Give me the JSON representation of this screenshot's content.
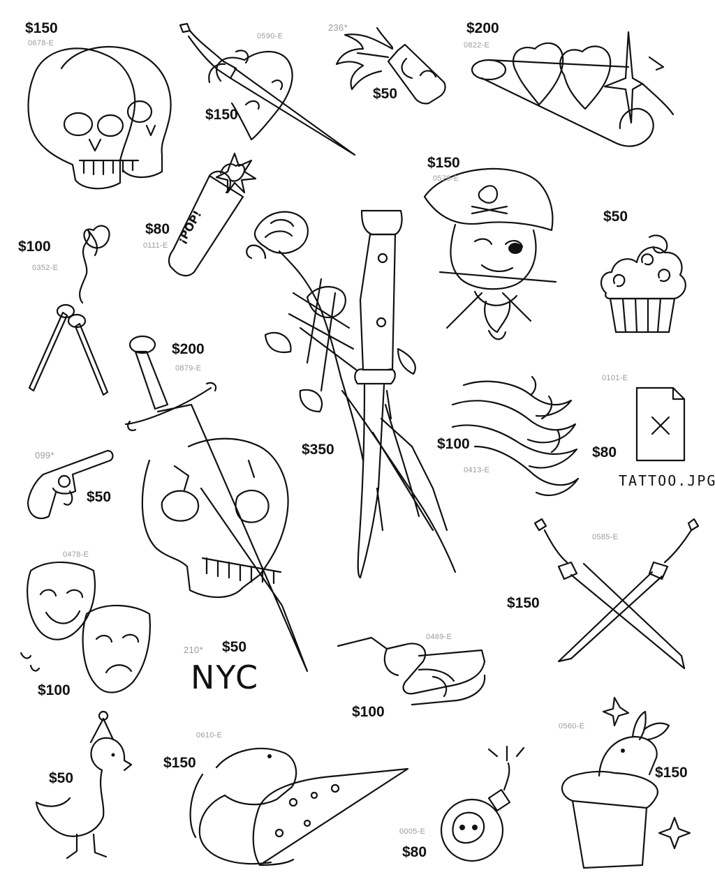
{
  "flash_items": [
    {
      "id": "twin-skulls",
      "price": "$150",
      "code": "0678-E"
    },
    {
      "id": "dagger-heart",
      "price": "$150",
      "code": "0590-E"
    },
    {
      "id": "molotov",
      "price": "$50",
      "code": "236*"
    },
    {
      "id": "pin-hearts",
      "price": "$200",
      "code": "0822-E"
    },
    {
      "id": "firecracker",
      "price": "$80",
      "code": "0111-E",
      "art_text": "¡POP!"
    },
    {
      "id": "matches",
      "price": "$100",
      "code": "0352-E"
    },
    {
      "id": "rose-switchblade",
      "price": "$350"
    },
    {
      "id": "pirate",
      "price": "$150",
      "code": "0578-E"
    },
    {
      "id": "cupcake",
      "price": "$50"
    },
    {
      "id": "skull-dagger",
      "price": "$200",
      "code": "0879-E"
    },
    {
      "id": "flames",
      "price": "$100",
      "code": "0413-E"
    },
    {
      "id": "missing-image",
      "price": "$80",
      "code": "0101-E",
      "art_text": "TATTOO.JPG"
    },
    {
      "id": "toy-gun",
      "price": "$50",
      "code": "099*"
    },
    {
      "id": "crossed-swords",
      "price": "$150",
      "code": "0585-E"
    },
    {
      "id": "theater-masks",
      "price": "$100",
      "code": "0478-E"
    },
    {
      "id": "nyc",
      "price": "$50",
      "code": "210*",
      "art_text": "NYC"
    },
    {
      "id": "handshake",
      "price": "$100",
      "code": "0469-E"
    },
    {
      "id": "party-duck",
      "price": "$50"
    },
    {
      "id": "rat-pizza",
      "price": "$150",
      "code": "0610-E"
    },
    {
      "id": "skull-bomb",
      "price": "$80",
      "code": "0005-E"
    },
    {
      "id": "rabbit-hat",
      "price": "$150",
      "code": "0560-E"
    }
  ]
}
